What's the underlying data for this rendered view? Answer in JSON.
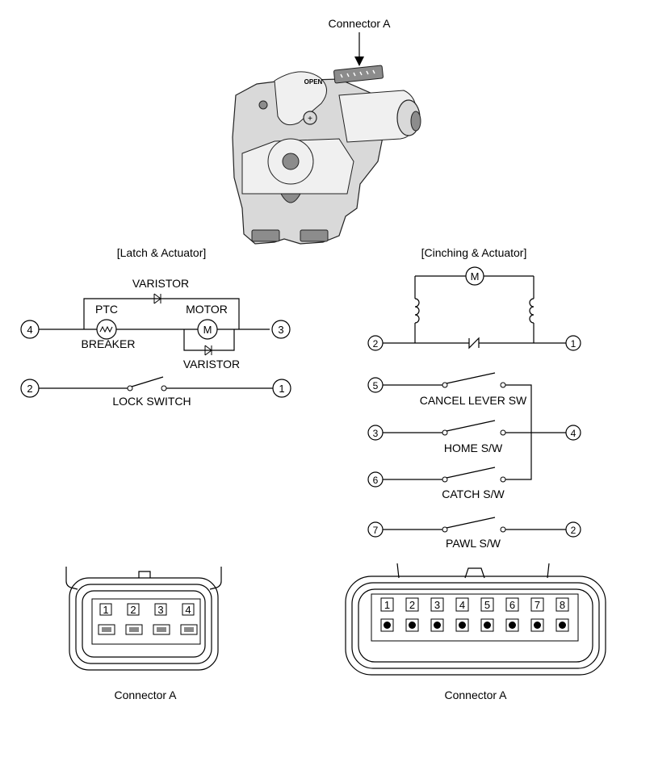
{
  "photo": {
    "connector_label": "Connector A"
  },
  "latch_actuator": {
    "title": "[Latch & Actuator]",
    "varistor_top": "VARISTOR",
    "ptc": "PTC",
    "breaker": "BREAKER",
    "motor": "MOTOR",
    "motor_symbol": "M",
    "varistor_bottom": "VARISTOR",
    "lock_switch": "LOCK SWITCH",
    "pins": {
      "p4": "4",
      "p3": "3",
      "p2": "2",
      "p1": "1"
    }
  },
  "cinching_actuator": {
    "title": "[Cinching & Actuator]",
    "motor_symbol": "M",
    "cancel_lever": "CANCEL LEVER SW",
    "home_sw": "HOME S/W",
    "catch_sw": "CATCH S/W",
    "pawl_sw": "PAWL S/W",
    "pins": {
      "left_2": "2",
      "right_1": "1",
      "p5": "5",
      "p3": "3",
      "p4": "4",
      "p6": "6",
      "p7": "7",
      "right_2": "2"
    }
  },
  "connector_4pin": {
    "label": "Connector A",
    "pins": [
      "1",
      "2",
      "3",
      "4"
    ]
  },
  "connector_8pin": {
    "label": "Connector A",
    "pins": [
      "1",
      "2",
      "3",
      "4",
      "5",
      "6",
      "7",
      "8"
    ]
  }
}
